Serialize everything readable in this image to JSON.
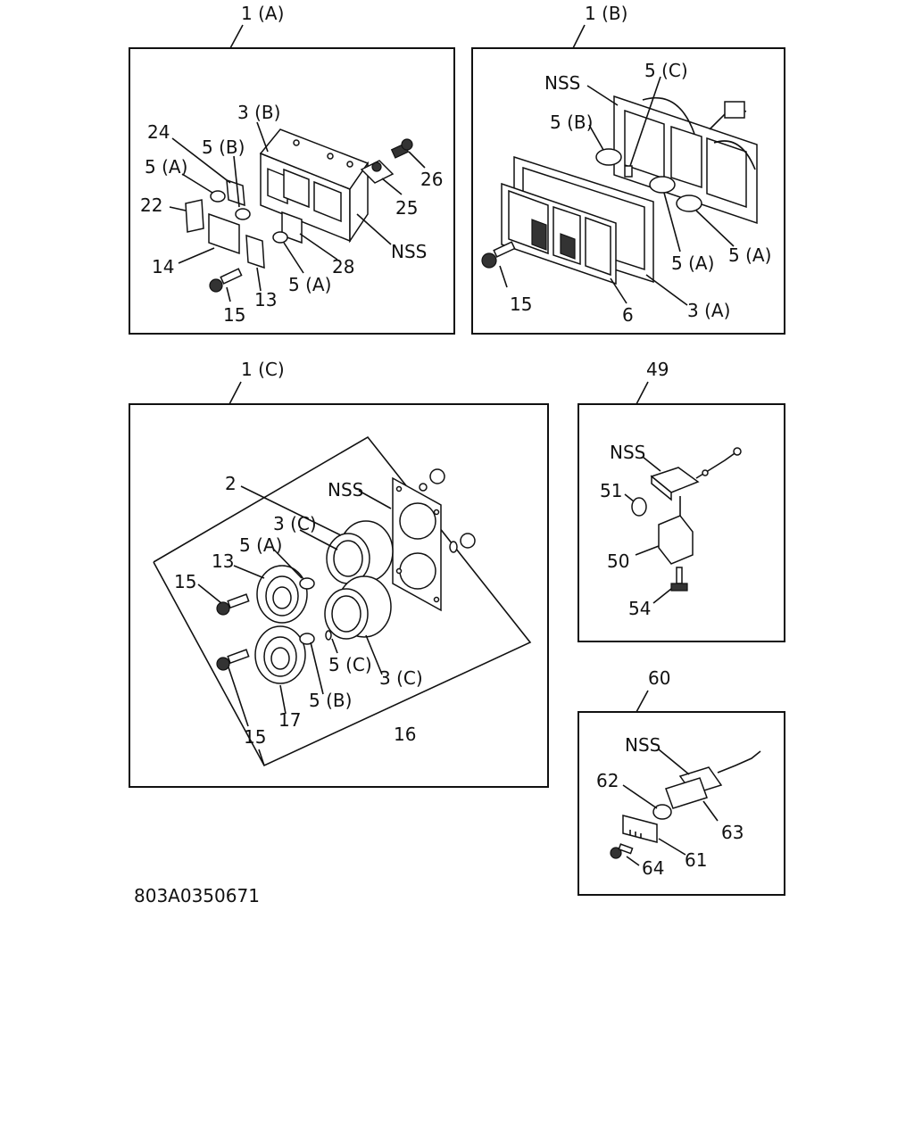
{
  "panels": {
    "a": {
      "title": "1 (A)",
      "labels": {
        "p24": "24",
        "p5b": "5 (B)",
        "p3b": "3 (B)",
        "p5a1": "5 (A)",
        "p22": "22",
        "p14": "14",
        "p15": "15",
        "p13": "13",
        "p5a2": "5 (A)",
        "p28": "28",
        "nss": "NSS",
        "p25": "25",
        "p26": "26"
      }
    },
    "b": {
      "title": "1 (B)",
      "labels": {
        "nss": "NSS",
        "p5c": "5 (C)",
        "p5b": "5 (B)",
        "p15": "15",
        "p6": "6",
        "p3a": "3 (A)",
        "p5a1": "5 (A)",
        "p5a2": "5 (A)"
      }
    },
    "c": {
      "title": "1 (C)",
      "labels": {
        "p2": "2",
        "nss": "NSS",
        "p3c1": "3 (C)",
        "p5a": "5 (A)",
        "p13": "13",
        "p15a": "15",
        "p5c": "5 (C)",
        "p3c2": "3 (C)",
        "p5b": "5 (B)",
        "p17": "17",
        "p15b": "15",
        "p16": "16"
      }
    },
    "d": {
      "title": "49",
      "labels": {
        "nss": "NSS",
        "p51": "51",
        "p50": "50",
        "p54": "54"
      }
    },
    "e": {
      "title": "60",
      "labels": {
        "nss": "NSS",
        "p62": "62",
        "p63": "63",
        "p61": "61",
        "p64": "64"
      }
    }
  },
  "footer": {
    "code": "803A0350671"
  }
}
